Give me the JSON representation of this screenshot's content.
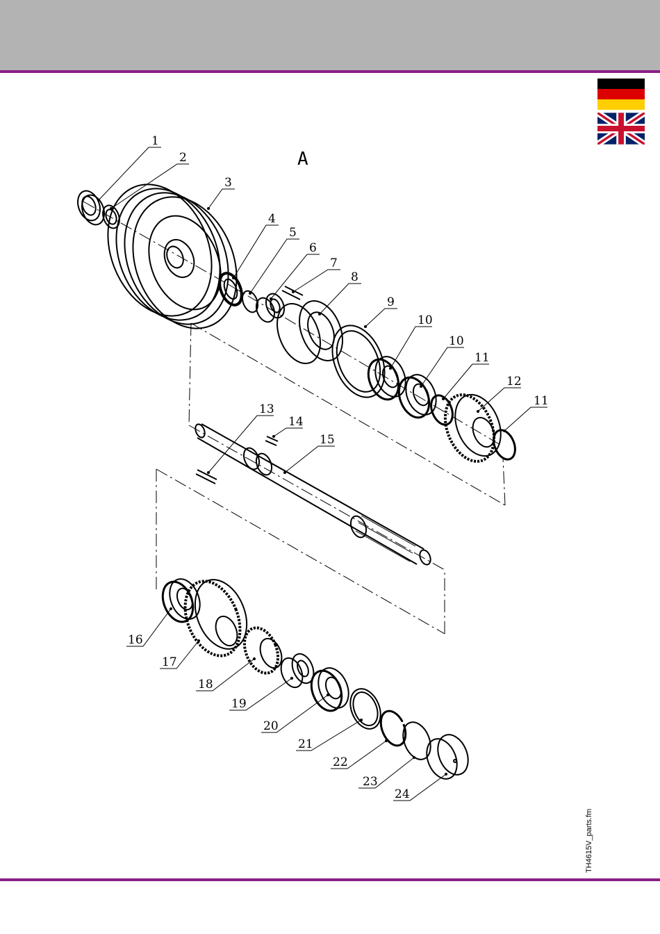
{
  "section_label": "A",
  "file_name": "TH4615V_parts.fm",
  "colors": {
    "header_gray": "#b3b3b3",
    "accent_purple": "#8a1f86"
  },
  "flags": [
    "german-flag-icon",
    "uk-flag-icon"
  ],
  "callouts": [
    "1",
    "2",
    "3",
    "4",
    "5",
    "6",
    "7",
    "8",
    "9",
    "10",
    "10",
    "11",
    "12",
    "11",
    "13",
    "14",
    "15",
    "16",
    "17",
    "18",
    "19",
    "20",
    "21",
    "22",
    "23",
    "24"
  ]
}
